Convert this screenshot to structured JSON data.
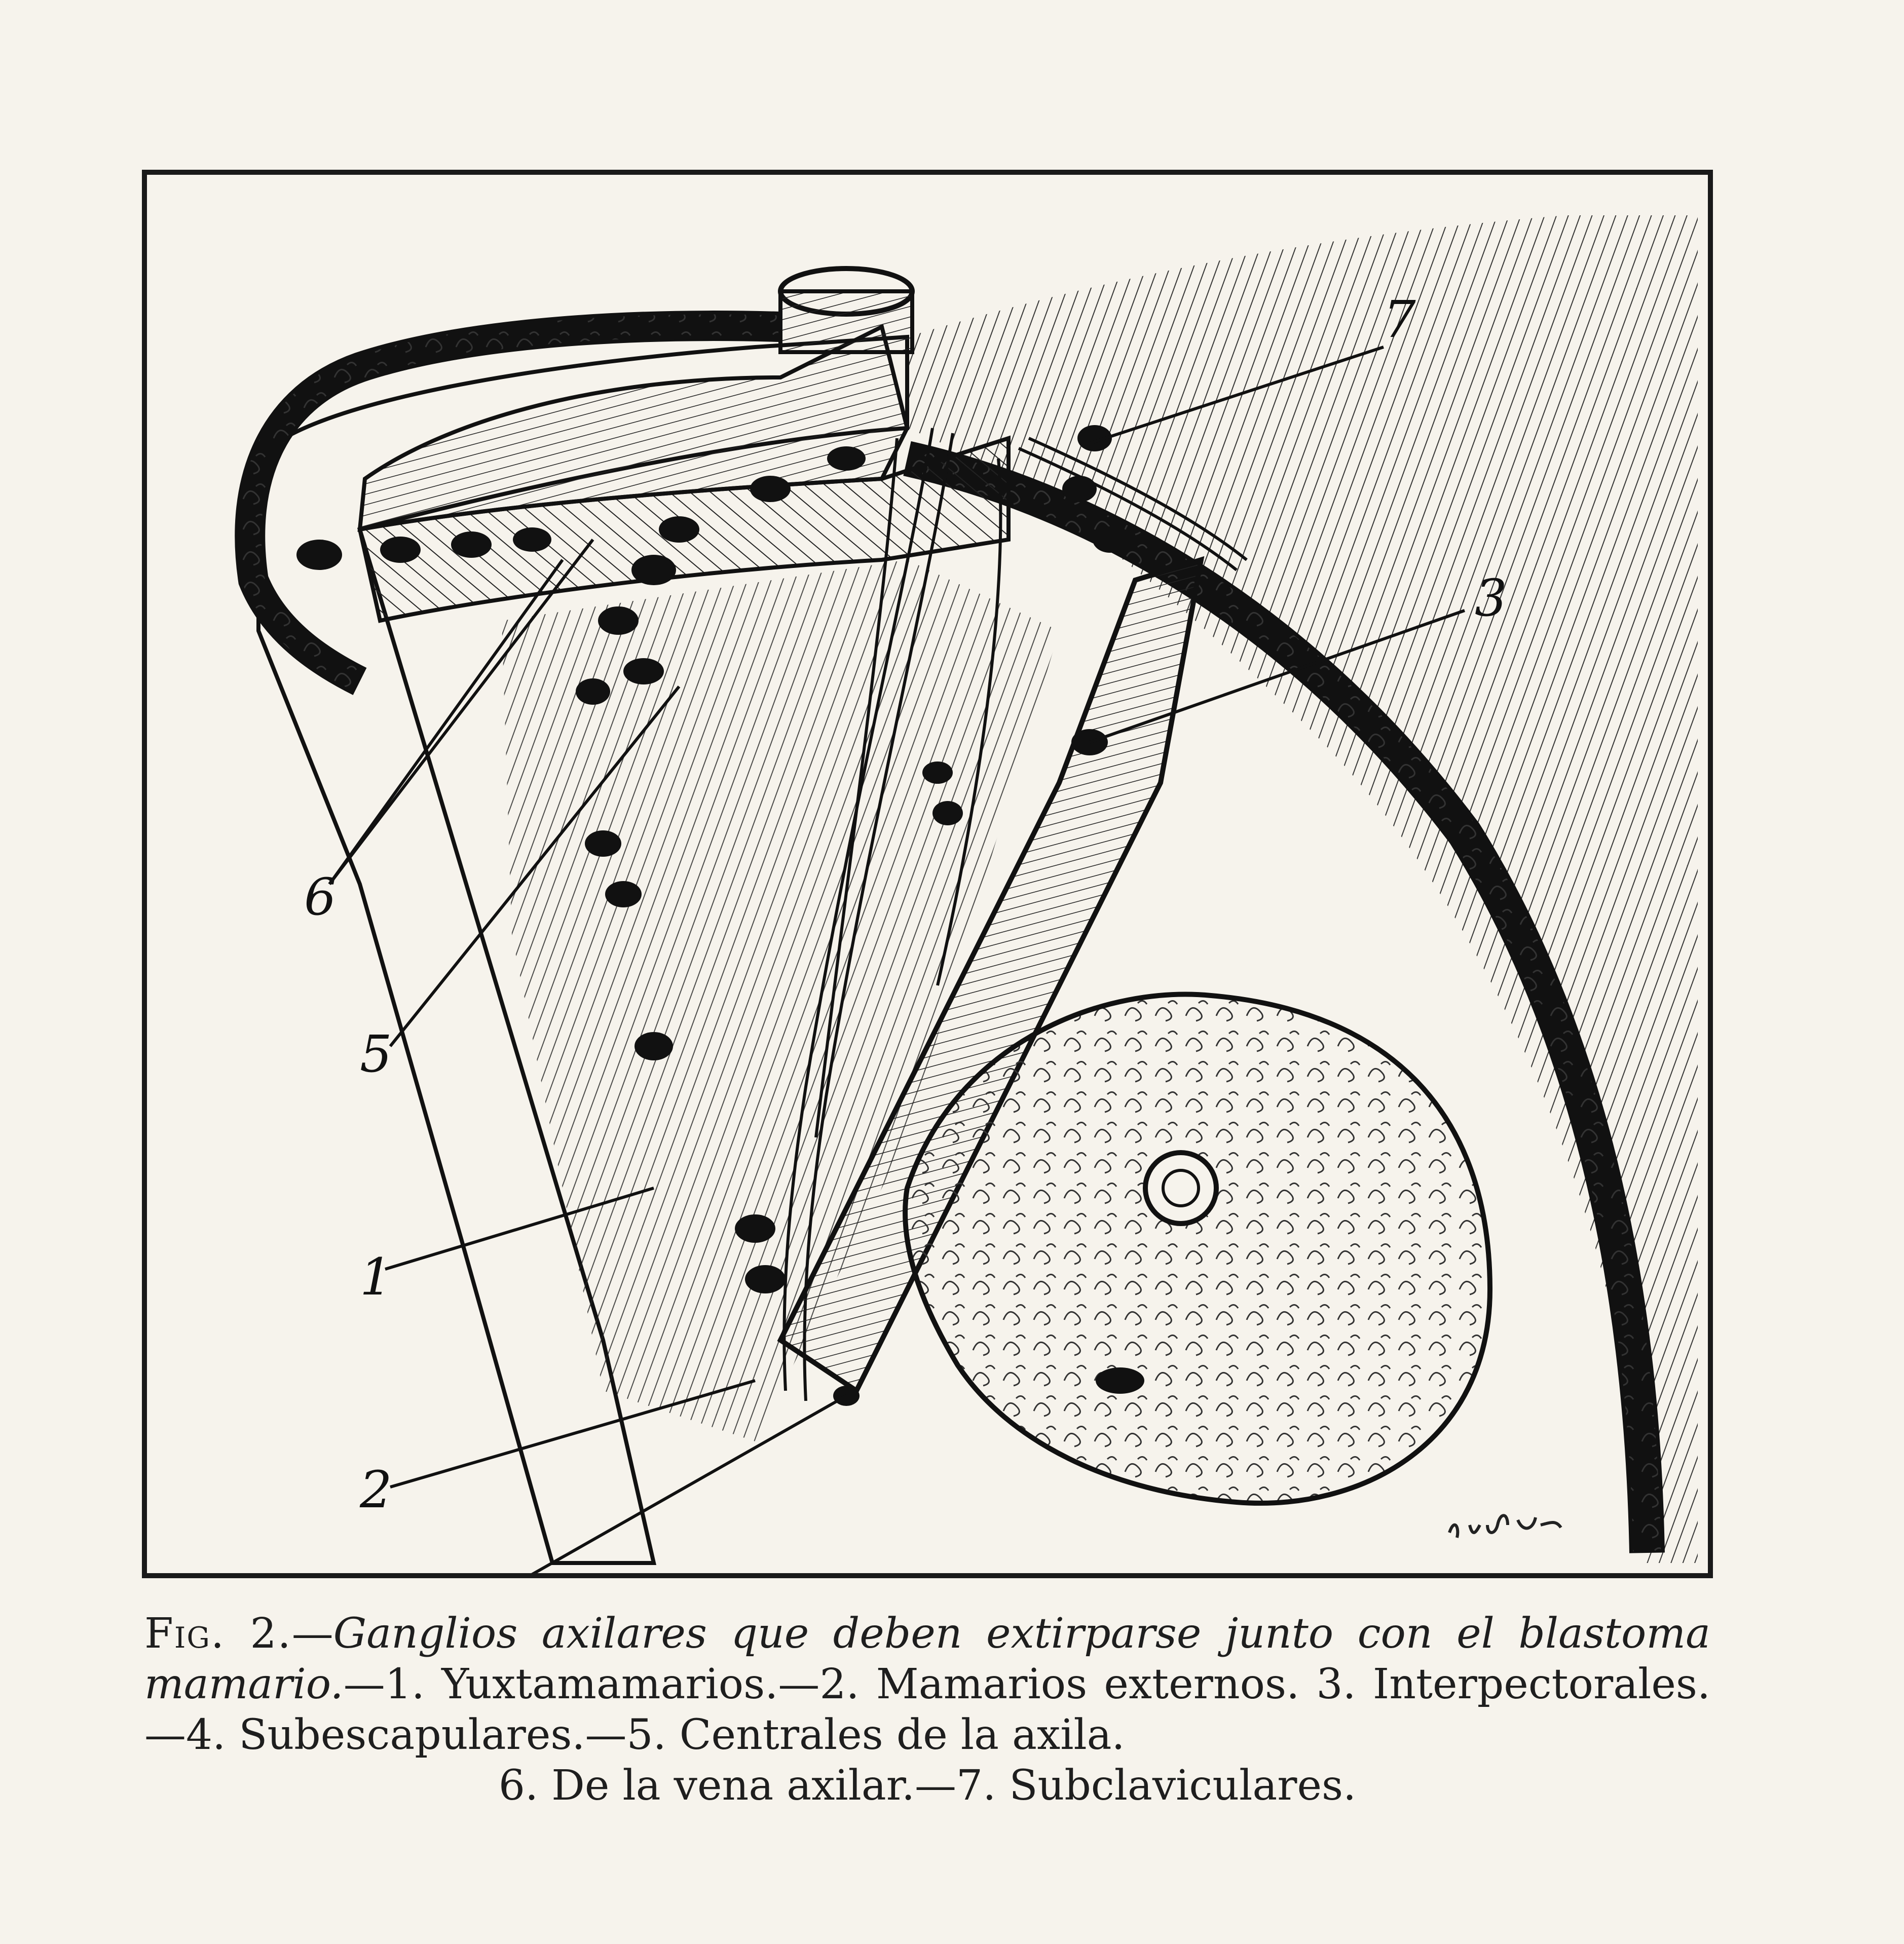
{
  "caption": {
    "fig_label": "Fig. 2.",
    "title": "Ganglios axilares que deben extirparse junto con el blastoma mamario.",
    "items": [
      "1. Yuxtamamarios.",
      "2. Mamarios externos.",
      "3. Interpectorales.",
      "4. Subescapulares.",
      "5. Centrales de la axila.",
      "6. De la vena axilar.",
      "7. Subclaviculares."
    ]
  },
  "labels": {
    "n7": "7",
    "n3": "3",
    "n6": "6",
    "n5": "5",
    "n1": "1",
    "n2": "2"
  },
  "colors": {
    "ink": "#1a1a1a",
    "paper": "#f6f3ec"
  }
}
